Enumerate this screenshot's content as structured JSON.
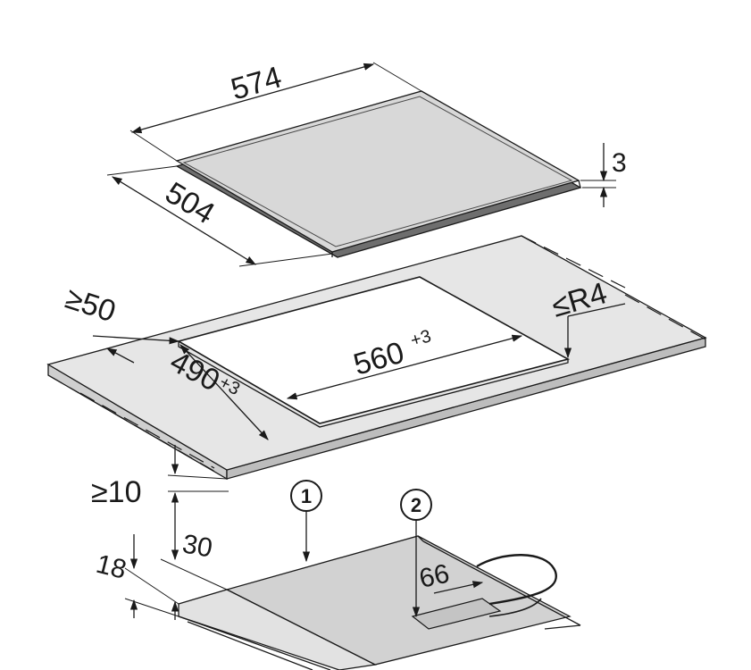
{
  "dimensions": {
    "hob_width": "574",
    "hob_depth": "504",
    "hob_thickness": "3",
    "worktop_edge_min": "≥50",
    "cutout_radius": "≤R4",
    "cutout_width": "560",
    "cutout_width_tol": "+3",
    "cutout_depth": "490",
    "cutout_depth_tol": "+3",
    "clearance_min": "≥10",
    "worktop_thickness": "30",
    "casing_height": "18",
    "connection_offset": "66"
  },
  "callouts": [
    "1",
    "2"
  ],
  "colors": {
    "line": "#1a1a1a",
    "hob_surface": "#d8d8d8",
    "worktop": "#e6e6e6",
    "casing": "#d2d2d2"
  }
}
